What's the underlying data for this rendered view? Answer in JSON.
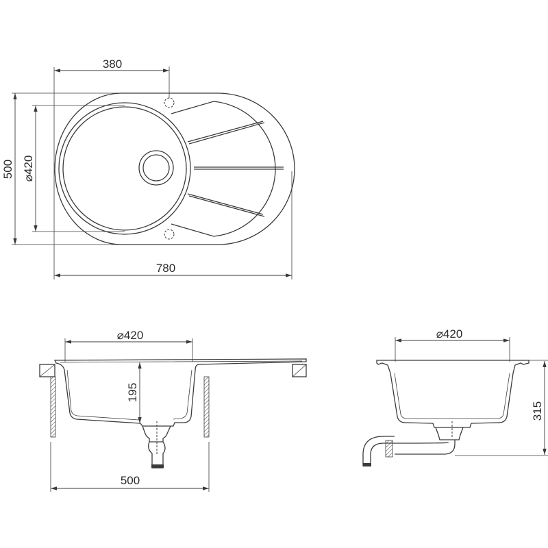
{
  "drawing": {
    "top_view": {
      "dim_tap_hole": "380",
      "dim_depth": "500",
      "dim_bowl_diameter": "⌀420",
      "dim_width": "780"
    },
    "front_view": {
      "dim_bowl_diameter": "⌀420",
      "dim_bowl_depth": "195",
      "dim_cabinet": "500"
    },
    "side_view": {
      "dim_bowl_diameter": "⌀420",
      "dim_total_depth": "315"
    },
    "colors": {
      "line": "#3a3a3a",
      "background": "#ffffff"
    }
  }
}
